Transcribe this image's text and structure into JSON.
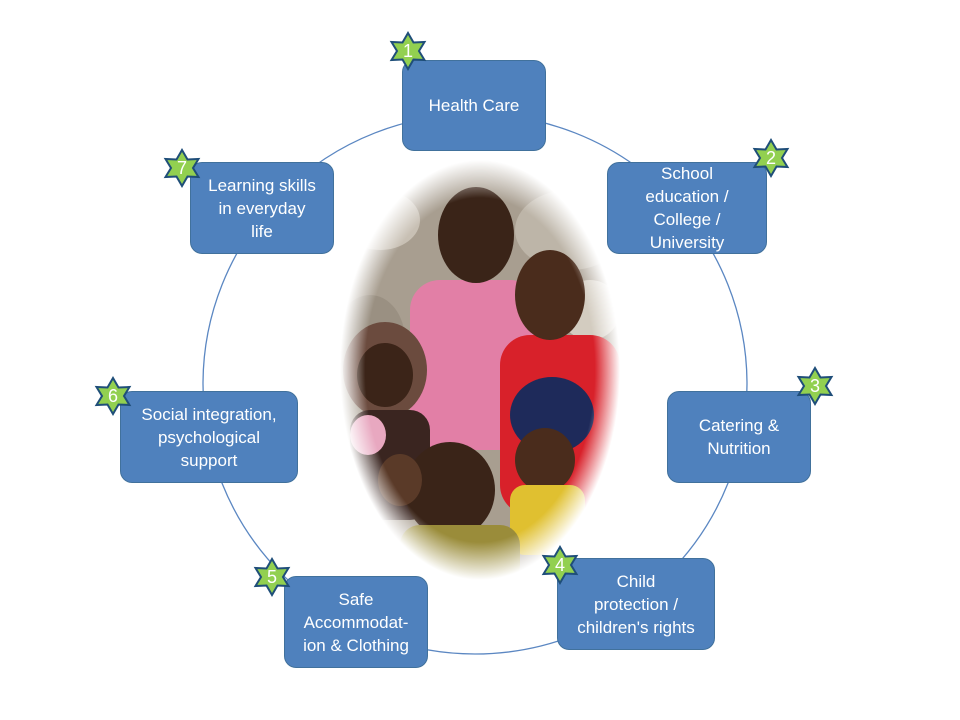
{
  "diagram": {
    "colors": {
      "node_fill": "#4f81bd",
      "node_border": "#41719c",
      "star_fill": "#92d050",
      "star_border": "#1f4e79",
      "ring": "#5b87c2"
    },
    "center_image": "photo-of-children",
    "steps": [
      {
        "num": "1",
        "label": "Health Care"
      },
      {
        "num": "2",
        "label": "School\neducation /\nCollege /\nUniversity"
      },
      {
        "num": "3",
        "label": "Catering &\nNutrition"
      },
      {
        "num": "4",
        "label": "Child\nprotection /\nchildren's rights"
      },
      {
        "num": "5",
        "label": "Safe\nAccommodat-\nion & Clothing"
      },
      {
        "num": "6",
        "label": "Social integration,\npsychological\nsupport"
      },
      {
        "num": "7",
        "label": "Learning skills\nin everyday\nlife"
      }
    ]
  }
}
